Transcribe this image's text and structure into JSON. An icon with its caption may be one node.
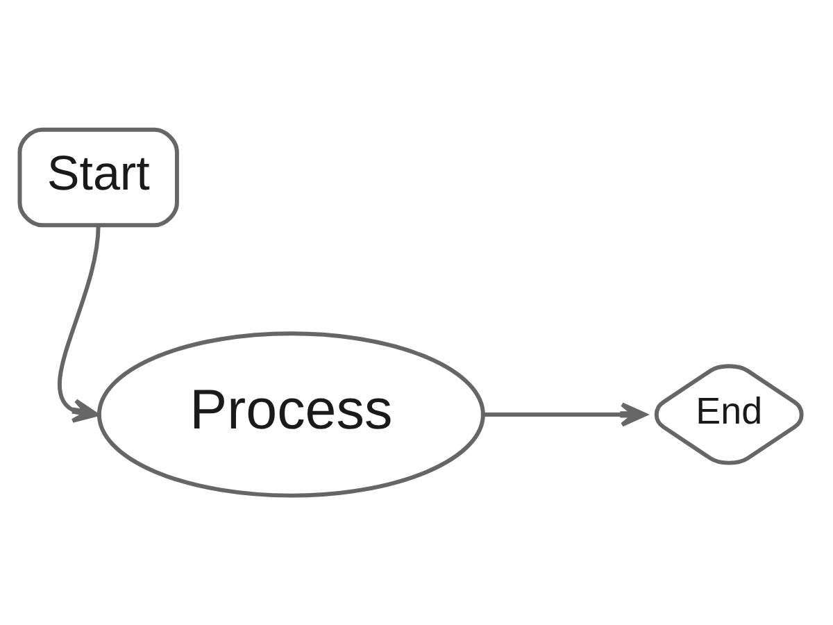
{
  "diagram": {
    "nodes": [
      {
        "text": [
          "Start"
        ]
      },
      {
        "text": [
          "Process"
        ]
      },
      {
        "text": [
          "End"
        ]
      }
    ],
    "edges": [
      {
        "from": 0,
        "to": 1,
        "arrow": "to"
      },
      {
        "from": 1,
        "to": 2,
        "arrow": "to"
      }
    ]
  }
}
